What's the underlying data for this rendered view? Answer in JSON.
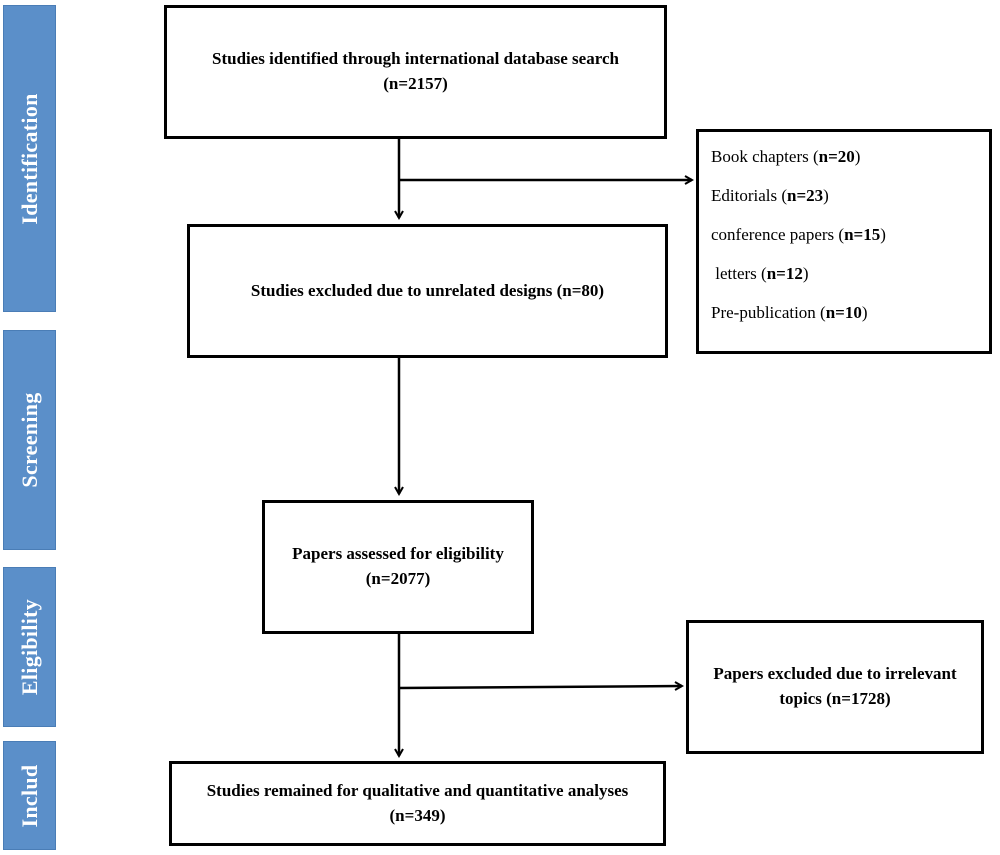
{
  "stages": {
    "identification": "Identification",
    "screening": "Screening",
    "eligibility": "Eligibility",
    "included": "Includ"
  },
  "boxes": {
    "identified": "Studies identified through international database search (n=2157)",
    "excluded_designs": "Studies excluded due to unrelated designs (n=80)",
    "assessed": "Papers assessed for eligibility (n=2077)",
    "excluded_topics": "Papers excluded due to irrelevant topics (n=1728)",
    "remained": "Studies remained for qualitative and quantitative analyses (n=349)"
  },
  "exclusions": [
    {
      "label": "Book chapters (",
      "count": "n=20",
      "close": ")"
    },
    {
      "label": "Editorials (",
      "count": "n=23",
      "close": ")"
    },
    {
      "label": "conference papers (",
      "count": "n=15",
      "close": ")"
    },
    {
      "label": " letters (",
      "count": "n=12",
      "close": ")"
    },
    {
      "label": "Pre-publication (",
      "count": "n=10",
      "close": ")"
    }
  ]
}
